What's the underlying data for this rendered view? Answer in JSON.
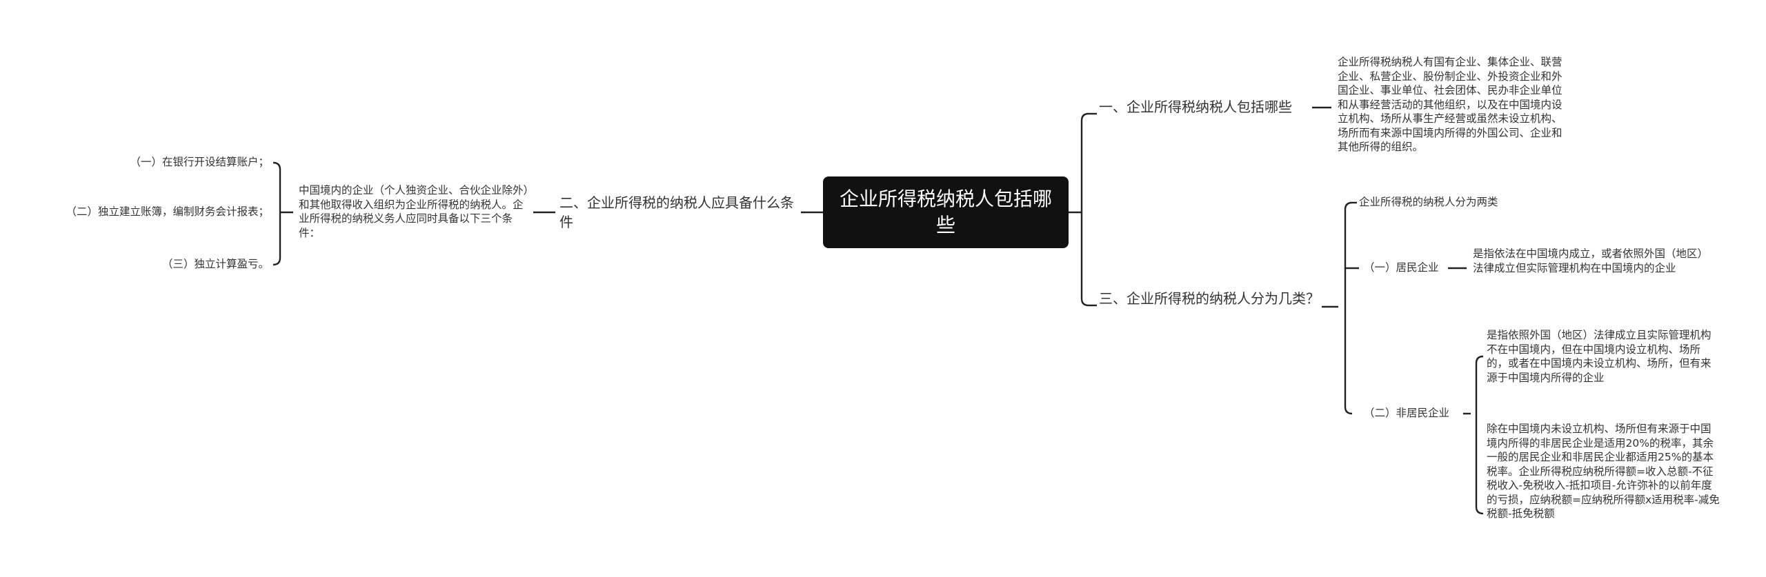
{
  "root": {
    "title": "企业所得税纳税人包括哪些"
  },
  "branch1": {
    "title": "一、企业所得税纳税人包括哪些",
    "detail": "企业所得税纳税人有国有企业、集体企业、联营企业、私营企业、股份制企业、外投资企业和外国企业、事业单位、社会团体、民办非企业单位和从事经营活动的其他组织，以及在中国境内设立机构、场所从事生产经营或虽然未设立机构、场所而有来源中国境内所得的外国公司、企业和其他所得的组织。"
  },
  "branch2": {
    "title": "二、企业所得税的纳税人应具备什么条件",
    "detail": "中国境内的企业（个人独资企业、合伙企业除外）和其他取得收入组织为企业所得税的纳税人。企业所得税的纳税义务人应同时具备以下三个条件：",
    "conditions": [
      "（一）在银行开设结算账户；",
      "（二）独立建立账簿，编制财务会计报表；",
      "（三）独立计算盈亏。"
    ]
  },
  "branch3": {
    "title": "三、企业所得税的纳税人分为几类？",
    "intro": "企业所得税的纳税人分为两类",
    "resident": {
      "label": "（一）居民企业",
      "detail": "是指依法在中国境内成立，或者依照外国（地区）法律成立但实际管理机构在中国境内的企业"
    },
    "nonresident": {
      "label": "（二）非居民企业",
      "detail1": "是指依照外国（地区）法律成立且实际管理机构不在中国境内，但在中国境内设立机构、场所的，或者在中国境内未设立机构、场所，但有来源于中国境内所得的企业",
      "detail2": "除在中国境内未设立机构、场所但有来源于中国境内所得的非居民企业是适用20%的税率，其余一般的居民企业和非居民企业都适用25%的基本税率。企业所得税应纳税所得额=收入总额-不征税收入-免税收入-抵扣项目-允许弥补的以前年度的亏损，应纳税额=应纳税所得额x适用税率-减免税额-抵免税额"
    }
  }
}
